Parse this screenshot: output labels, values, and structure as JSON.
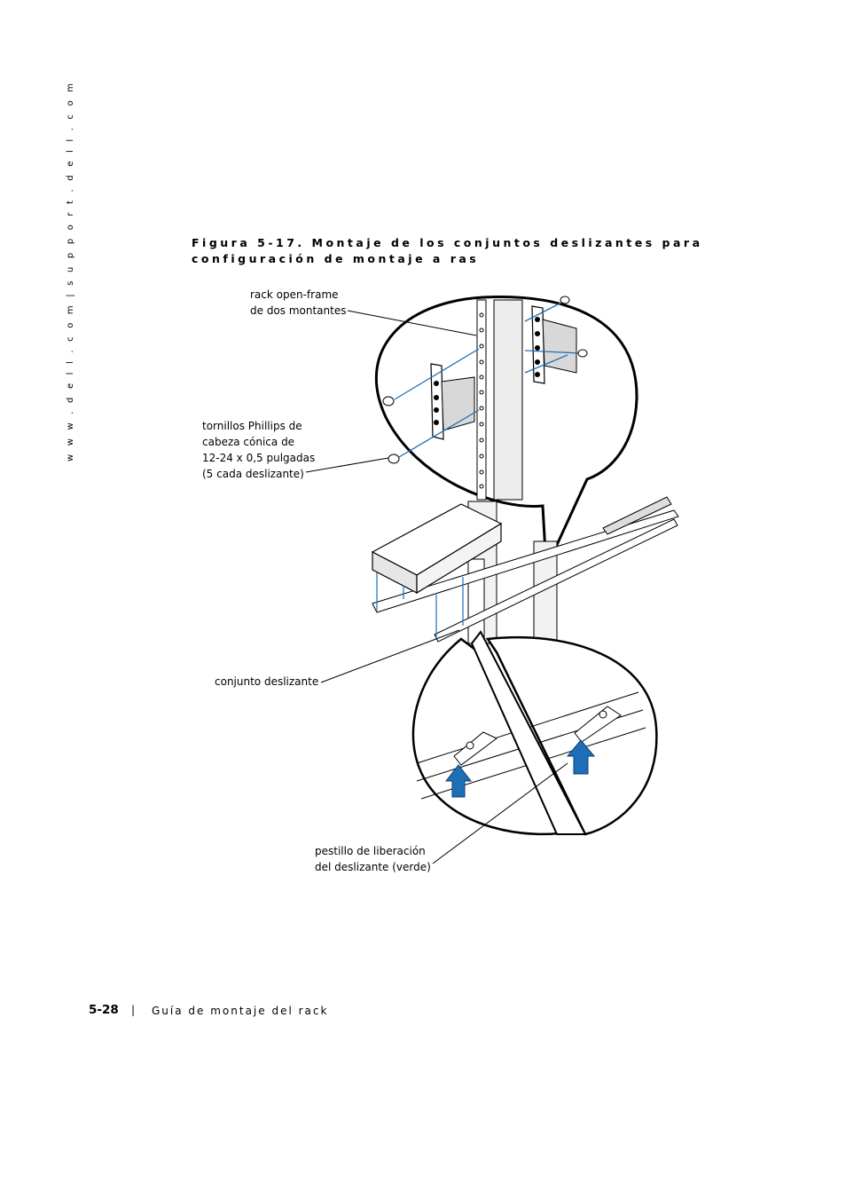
{
  "sidebar": {
    "url_text": "w w w . d e l l . c o m  |  s u p p o r t . d e l l . c o m"
  },
  "figure": {
    "caption": "Figura 5-17.   Montaje de los conjuntos deslizantes para configuración de montaje a ras",
    "labels": {
      "rack": [
        "rack open-frame",
        "de dos montantes"
      ],
      "screws": [
        "tornillos Phillips de",
        "cabeza cónica de",
        "12-24 x 0,5 pulgadas",
        "(5 cada deslizante)"
      ],
      "slide": [
        "conjunto deslizante"
      ],
      "latch": [
        "pestillo de liberación",
        "del deslizante (verde)"
      ]
    }
  },
  "footer": {
    "page_number": "5-28",
    "separator": "|",
    "title": "Guía de montaje del rack"
  },
  "colors": {
    "accent_blue": "#1f6fb8",
    "line": "#000000"
  }
}
